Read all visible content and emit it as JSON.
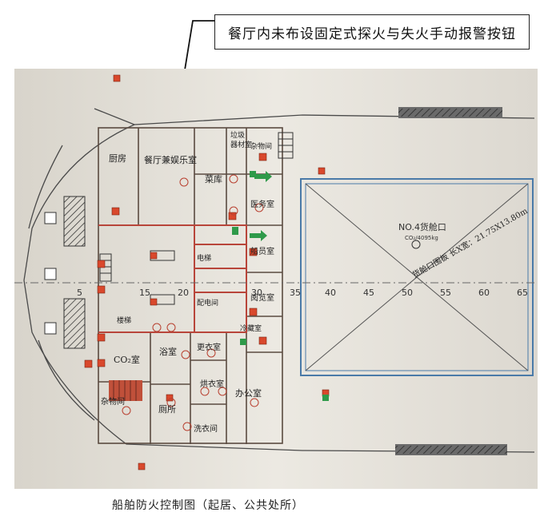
{
  "annotation": {
    "text": "餐厅内未布设固定式探火与失火手动报警按钮"
  },
  "plan": {
    "rooms": {
      "kitchen": "厨房",
      "dining": "餐厅兼娱乐室",
      "waste": "垃圾",
      "material": "器材室",
      "misc": "杂物间",
      "pantry": "菜库",
      "medical": "医务室",
      "ship_office": "船员室",
      "reading": "阅览室",
      "co2": "CO₂室",
      "bath": "浴室",
      "changing": "更衣室",
      "toilet": "厕所",
      "laundry_room": "洗衣间",
      "drying": "烘衣室",
      "office": "办公室",
      "storage": "杂物间",
      "elevator_small": "电梯",
      "corridor": "配电间",
      "stair": "楼梯",
      "cold": "冷藏室"
    },
    "frame_numbers": [
      "5",
      "15",
      "20",
      "30",
      "35",
      "40",
      "45",
      "50",
      "55",
      "60",
      "65"
    ],
    "hatch": {
      "name": "NO.4货舱口",
      "extinguisher": "CO₂/4095kg",
      "dimension": "货舱口围板 长X宽：21.75X13.80m"
    }
  },
  "caption": {
    "text": "船舶防火控制图（起居、公共处所）"
  },
  "colors": {
    "plan_bg": "#e9e5dd",
    "wall": "#5a4a40",
    "wall_red": "#b8453a",
    "hatch_blue": "#4a7aa8",
    "alarm": "#d9482c"
  }
}
